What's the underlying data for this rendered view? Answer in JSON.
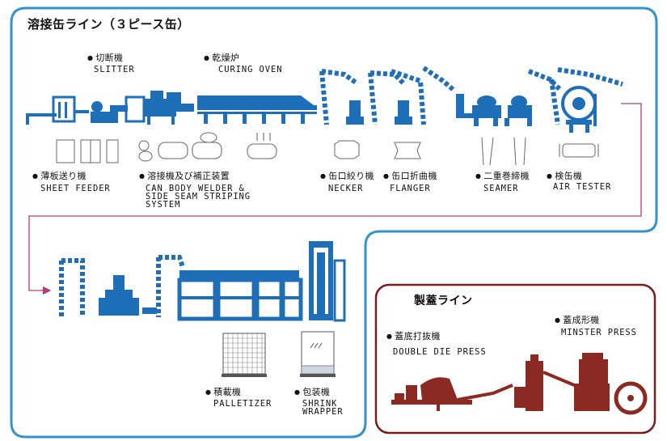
{
  "colors": {
    "machine": "#1e6fb7",
    "lid_machine": "#8b2a22",
    "top_border": "#3591cf",
    "lid_border": "#7a1c1a",
    "flow_arrow": "#b43c78"
  },
  "titles": {
    "can_line": "溶接缶ライン（３ピース缶）",
    "lid_line": "製蓋ライン"
  },
  "machines": {
    "slitter": {
      "jp": "切断機",
      "en": "SLITTER"
    },
    "curing_oven": {
      "jp": "乾燥炉",
      "en": "CURING OVEN"
    },
    "sheet_feeder": {
      "jp": "薄板送り機",
      "en": "SHEET FEEDER"
    },
    "welder": {
      "jp": "溶接機及び補正装置",
      "en1": "CAN BODY WELDER &",
      "en2": "SIDE SEAM STRIPING",
      "en3": "SYSTEM"
    },
    "necker": {
      "jp": "缶口絞り機",
      "en": "NECKER"
    },
    "flanger": {
      "jp": "缶口折曲機",
      "en": "FLANGER"
    },
    "seamer": {
      "jp": "二重巻締機",
      "en": "SEAMER"
    },
    "air_tester": {
      "jp": "検缶機",
      "en": "AIR TESTER"
    },
    "palletizer": {
      "jp": "積載機",
      "en": "PALLETIZER"
    },
    "wrapper": {
      "jp": "包装機",
      "en1": "SHRINK",
      "en2": "WRAPPER"
    },
    "double_die_press": {
      "jp": "蓋底打抜機",
      "en": "DOUBLE DIE PRESS"
    },
    "minster_press": {
      "jp": "蓋成形機",
      "en": "MINSTER PRESS"
    }
  }
}
